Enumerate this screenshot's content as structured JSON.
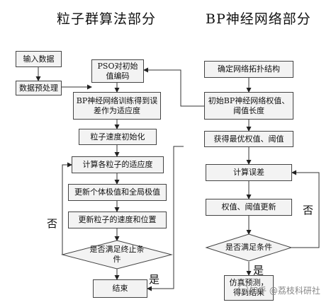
{
  "titles": {
    "left": "粒子群算法部分",
    "right": "BP神经网络部分"
  },
  "left_flow": {
    "input_data": "输入数据",
    "preprocess": "数据预处理",
    "pso_init_encode": "PSO对初始\n值编码",
    "bp_train_error_fitness": "BP神经网络训练得到误\n差作为适应度",
    "particle_velocity_init": "粒子速度初始化",
    "compute_fitness": "计算各粒子的适应度",
    "update_extrema": "更新个体极值和全局极值",
    "update_velocity_position": "更新粒子的速度和位置",
    "termination_check": "是否满足终止条\n件",
    "end": "结束",
    "label_no": "否",
    "label_yes": "是"
  },
  "right_flow": {
    "determine_topology": "确定网络拓扑结构",
    "init_weights_thresholds": "初始BP神经网络权值、\n阈值长度",
    "obtain_optimal": "获得最优权值、阈值",
    "compute_error": "计算误差",
    "update_weights": "权值、阈值更新",
    "condition_check": "是否满足条件",
    "simulate_predict": "仿真预测，\n得到结果",
    "label_no": "否",
    "label_yes": "是"
  },
  "watermark": {
    "text": "知乎 @荔枝科研社"
  }
}
